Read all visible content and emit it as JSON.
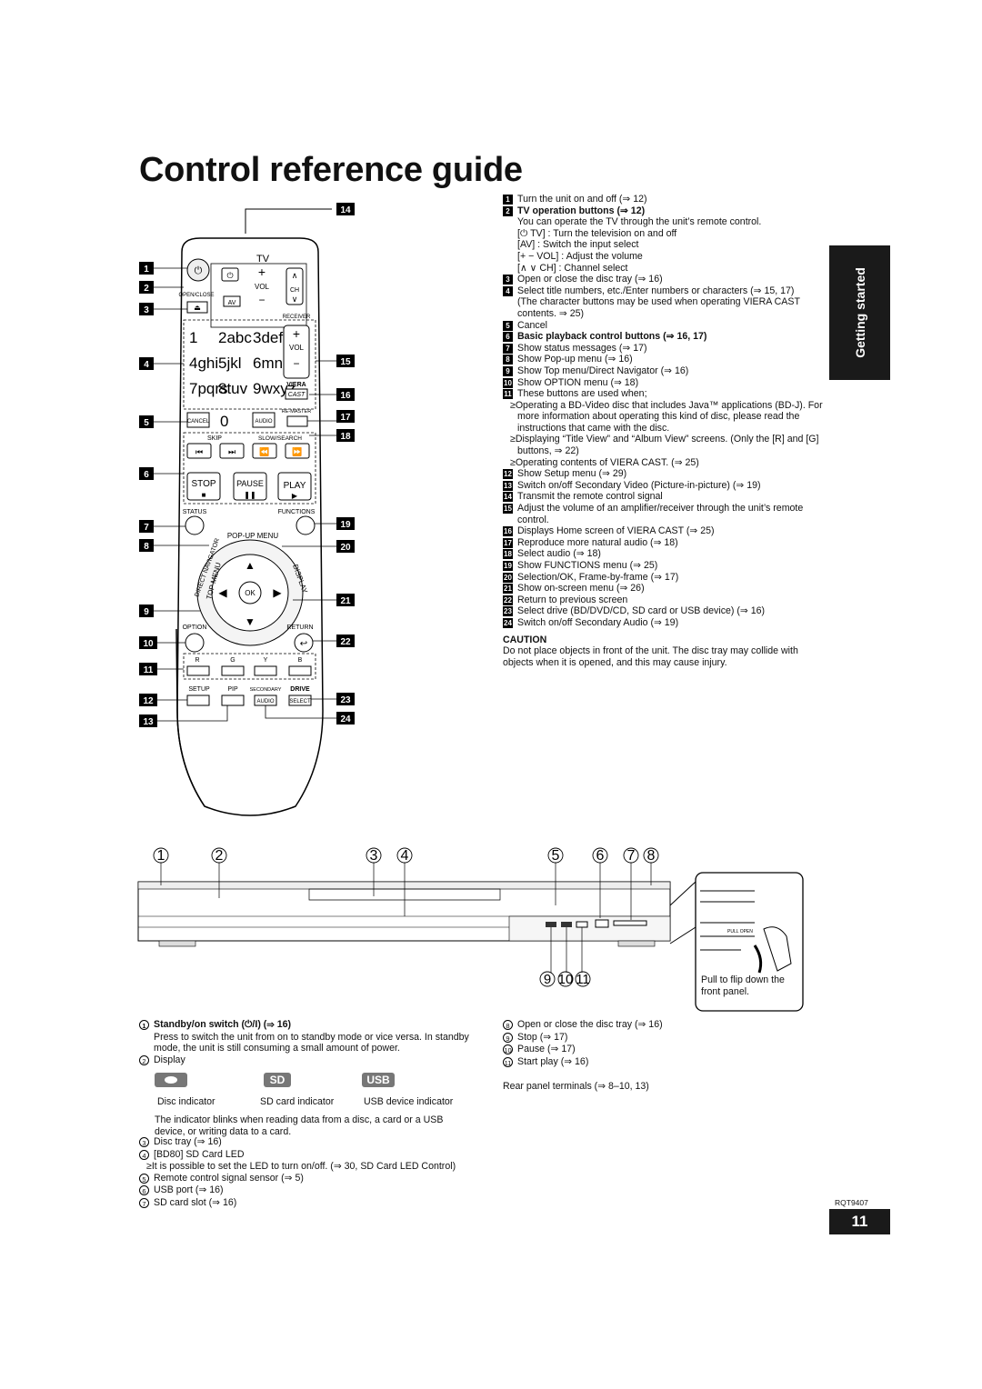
{
  "title": "Control reference guide",
  "side_tab": "Getting started",
  "remote": {
    "tv_label": "TV",
    "open_close": "OPEN/CLOSE",
    "vol": "VOL",
    "ch": "CH",
    "av": "AV",
    "receiver": "RECEIVER",
    "keys": [
      "1",
      "2abc",
      "3def",
      "4ghi",
      "5jkl",
      "6mno",
      "7pqrs",
      "8tuv",
      "9wxyz",
      "0"
    ],
    "viera": "VIERA",
    "cast": "CAST",
    "cancel": "CANCEL",
    "audio": "AUDIO",
    "re_master": "RE-MASTER",
    "skip": "SKIP",
    "slow_search": "SLOW/SEARCH",
    "stop": "STOP",
    "pause": "PAUSE",
    "play": "PLAY",
    "status": "STATUS",
    "functions": "FUNCTIONS",
    "popup_menu": "POP-UP MENU",
    "direct_navigator": "DIRECT NAVIGATOR",
    "top_menu": "TOP MENU",
    "display": "DISPLAY",
    "ok": "OK",
    "option": "OPTION",
    "return": "RETURN",
    "colors": [
      "R",
      "G",
      "Y",
      "B"
    ],
    "setup": "SETUP",
    "pip": "PIP",
    "secondary": "SECONDARY",
    "drive": "DRIVE",
    "audio2": "AUDIO",
    "select": "SELECT",
    "callouts_left": [
      "1",
      "2",
      "3",
      "4",
      "5",
      "6",
      "7",
      "8",
      "9",
      "10",
      "11",
      "12",
      "13"
    ],
    "callouts_right": [
      "14",
      "15",
      "16",
      "17",
      "18",
      "19",
      "20",
      "21",
      "22",
      "23",
      "24"
    ]
  },
  "remote_list": [
    {
      "n": "1",
      "t": "Turn the unit on and off (⇒ 12)"
    },
    {
      "n": "2",
      "t": "TV operation buttons (⇒ 12)",
      "bold": true
    },
    {
      "n": "",
      "t": "You can operate the TV through the unit’s remote control."
    },
    {
      "n": "",
      "t": "[⏻ TV] : Turn the television on and off"
    },
    {
      "n": "",
      "t": "[AV] : Switch the input select"
    },
    {
      "n": "",
      "t": "[+ − VOL] : Adjust the volume"
    },
    {
      "n": "",
      "t": "[∧ ∨ CH] : Channel select"
    },
    {
      "n": "3",
      "t": "Open or close the disc tray (⇒ 16)"
    },
    {
      "n": "4",
      "t": "Select title numbers, etc./Enter numbers or characters (⇒ 15, 17)"
    },
    {
      "n": "",
      "t": "(The character buttons may be used when operating VIERA CAST contents. ⇒ 25)"
    },
    {
      "n": "5",
      "t": "Cancel"
    },
    {
      "n": "6",
      "t": "Basic playback control buttons (⇒ 16, 17)",
      "bold": true
    },
    {
      "n": "7",
      "t": "Show status messages (⇒ 17)"
    },
    {
      "n": "8",
      "t": "Show Pop-up menu (⇒ 16)"
    },
    {
      "n": "9",
      "t": "Show Top menu/Direct Navigator (⇒ 16)"
    },
    {
      "n": "10",
      "t": "Show OPTION menu (⇒ 18)"
    },
    {
      "n": "11",
      "t": "These buttons are used when;"
    },
    {
      "n": "",
      "t": "≥Operating a BD-Video disc that includes Java™ applications (BD-J). For more information about operating this kind of disc, please read the instructions that came with the disc.",
      "bullet": true
    },
    {
      "n": "",
      "t": "≥Displaying “Title View” and “Album View” screens. (Only the [R] and [G] buttons, ⇒ 22)",
      "bullet": true
    },
    {
      "n": "",
      "t": "≥Operating contents of VIERA CAST. (⇒ 25)",
      "bullet": true
    },
    {
      "n": "12",
      "t": "Show Setup menu (⇒ 29)"
    },
    {
      "n": "13",
      "t": "Switch on/off Secondary Video (Picture-in-picture) (⇒ 19)"
    },
    {
      "n": "14",
      "t": "Transmit the remote control signal"
    },
    {
      "n": "15",
      "t": "Adjust the volume of an amplifier/receiver through the unit’s remote control."
    },
    {
      "n": "16",
      "t": "Displays Home screen of VIERA CAST (⇒ 25)"
    },
    {
      "n": "17",
      "t": "Reproduce more natural audio (⇒ 18)"
    },
    {
      "n": "18",
      "t": "Select audio (⇒ 18)"
    },
    {
      "n": "19",
      "t": "Show FUNCTIONS menu (⇒ 25)"
    },
    {
      "n": "20",
      "t": "Selection/OK, Frame-by-frame (⇒ 17)"
    },
    {
      "n": "21",
      "t": "Show on-screen menu (⇒ 26)"
    },
    {
      "n": "22",
      "t": "Return to previous screen"
    },
    {
      "n": "23",
      "t": "Select drive (BD/DVD/CD, SD card or USB device) (⇒ 16)"
    },
    {
      "n": "24",
      "t": "Switch on/off Secondary Audio (⇒ 19)"
    }
  ],
  "caution": {
    "heading": "CAUTION",
    "text": "Do not place objects in front of the unit. The disc tray may collide with objects when it is opened, and this may cause injury."
  },
  "player": {
    "callouts_top": [
      "1",
      "2",
      "3",
      "4",
      "5",
      "6",
      "7",
      "8"
    ],
    "callouts_bottom": [
      "9",
      "10",
      "11"
    ],
    "pull_open": "PULL OPEN",
    "pull_text": "Pull to flip down the front panel."
  },
  "front_list_left": [
    {
      "n": "1",
      "t": "Standby/on switch (⏻/I) (⇒ 16)",
      "bold": true
    },
    {
      "n": "",
      "t": "Press to switch the unit from on to standby mode or vice versa. In standby mode, the unit is still consuming a small amount of power."
    },
    {
      "n": "2",
      "t": "Display"
    }
  ],
  "indicators": {
    "sd_logo": "SD",
    "usb_logo": "USB",
    "labels": [
      "Disc indicator",
      "SD card indicator",
      "USB device indicator"
    ],
    "note": "The indicator blinks when reading data from a disc, a card or a USB device, or writing data to a card."
  },
  "front_list_left2": [
    {
      "n": "3",
      "t": "Disc tray (⇒ 16)"
    },
    {
      "n": "4",
      "t": "[BD80] SD Card LED"
    },
    {
      "n": "",
      "t": "≥It is possible to set the LED to turn on/off. (⇒ 30, SD Card LED Control)",
      "bullet": true
    },
    {
      "n": "5",
      "t": "Remote control signal sensor (⇒ 5)"
    },
    {
      "n": "6",
      "t": "USB port (⇒ 16)"
    },
    {
      "n": "7",
      "t": "SD card slot (⇒ 16)"
    }
  ],
  "front_list_right": [
    {
      "n": "8",
      "t": "Open or close the disc tray (⇒ 16)"
    },
    {
      "n": "9",
      "t": "Stop (⇒ 17)"
    },
    {
      "n": "10",
      "t": "Pause (⇒ 17)"
    },
    {
      "n": "11",
      "t": "Start play (⇒ 16)"
    }
  ],
  "rear_panel": "Rear panel terminals (⇒ 8–10, 13)",
  "doc_code": "RQT9407",
  "page_number": "11"
}
